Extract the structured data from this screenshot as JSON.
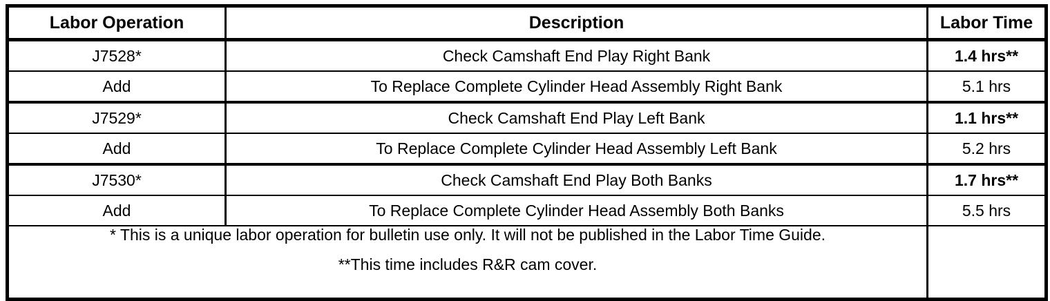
{
  "table": {
    "columns": [
      {
        "key": "operation",
        "label": "Labor Operation"
      },
      {
        "key": "description",
        "label": "Description"
      },
      {
        "key": "time",
        "label": "Labor Time"
      }
    ],
    "rows": [
      {
        "operation": "J7528*",
        "description": "Check Camshaft End Play Right Bank",
        "time": "1.4 hrs**"
      },
      {
        "operation": "Add",
        "description": "To Replace Complete Cylinder Head Assembly Right Bank",
        "time": "5.1 hrs"
      },
      {
        "operation": "J7529*",
        "description": "Check Camshaft End Play Left Bank",
        "time": "1.1 hrs**"
      },
      {
        "operation": "Add",
        "description": "To Replace Complete Cylinder Head Assembly Left Bank",
        "time": "5.2 hrs"
      },
      {
        "operation": "J7530*",
        "description": "Check Camshaft End Play Both Banks",
        "time": "1.7 hrs**"
      },
      {
        "operation": "Add",
        "description": "To Replace Complete Cylinder Head Assembly Both Banks",
        "time": "5.5 hrs"
      }
    ],
    "footnotes": {
      "line1": "* This is a unique labor operation for bulletin use only. It will not be published in the Labor Time Guide.",
      "line2": "**This time includes R&R cam cover.",
      "time_column_note": ""
    }
  },
  "colors": {
    "border": "#000000",
    "text": "#000000",
    "background": "#ffffff"
  }
}
